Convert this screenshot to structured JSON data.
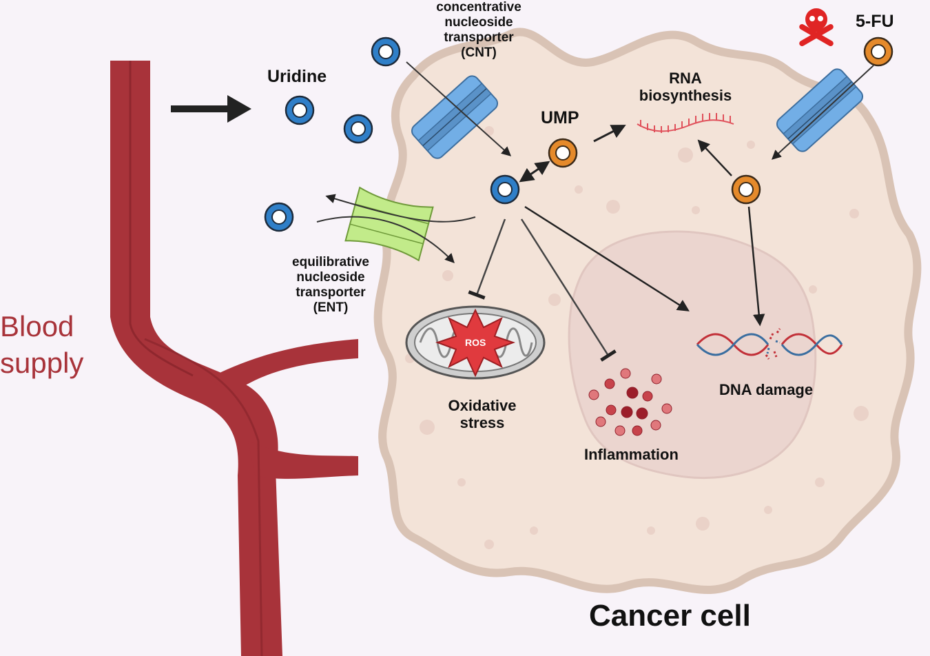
{
  "labels": {
    "blood_supply": [
      "Blood",
      "supply"
    ],
    "uridine": "Uridine",
    "cnt": [
      "concentrative",
      "nucleoside",
      "transporter",
      "(CNT)"
    ],
    "ent": [
      "equilibrative",
      "nucleoside",
      "transporter",
      "(ENT)"
    ],
    "ump": "UMP",
    "rna": [
      "RNA",
      "biosynthesis"
    ],
    "five_fu": "5-FU",
    "ros": "ROS",
    "oxidative": [
      "Oxidative",
      "stress"
    ],
    "inflammation": "Inflammation",
    "dna_damage": "DNA damage",
    "cancer_cell": "Cancer cell"
  },
  "icons": {
    "uridine": "blue-ring-molecule-icon",
    "fluorouracil": "orange-ring-molecule-icon",
    "toxic": "skull-crossbones-icon",
    "cnt": "membrane-channel-icon",
    "ent": "membrane-channel-icon",
    "mitochondrion": "mitochondrion-icon",
    "dna": "dna-double-helix-icon",
    "rna": "rna-strand-icon",
    "vessel": "blood-vessel-icon"
  },
  "colors": {
    "uridine": "#2f7fc8",
    "fluorouracil": "#e58a2b",
    "vessel": "#a8333a",
    "cell": "#f3e3d8",
    "cnt_channel": "#72aee6",
    "ent_channel": "#c2eb8a",
    "toxic": "#e02424"
  }
}
